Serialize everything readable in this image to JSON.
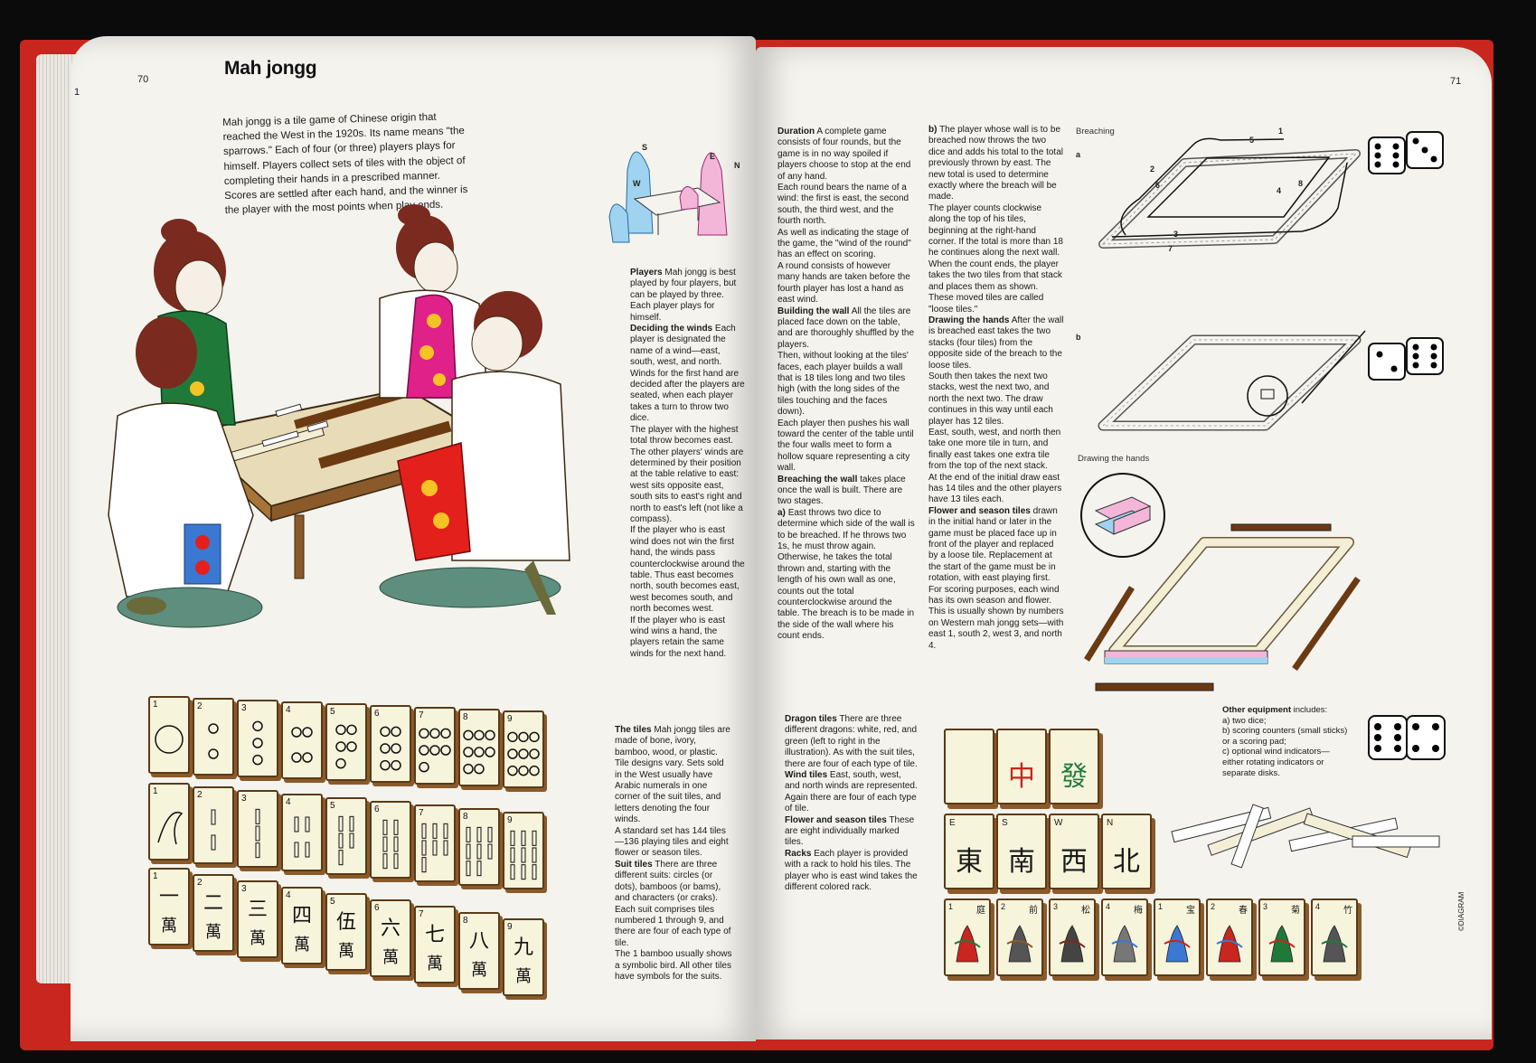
{
  "book": {
    "left_page_number": "70",
    "right_page_number": "71",
    "edge_number": "1",
    "title": "Mah jongg",
    "copyright": "©DIAGRAM"
  },
  "intro": "Mah jongg is a tile game of Chinese origin that reached the West in the 1920s. Its name means \"the sparrows.\" Each of four (or three) players plays for himself. Players collect sets of tiles with the object of completing their hands in a prescribed manner. Scores are settled after each hand, and the winner is the player with the most points when play ends.",
  "wind_diagram": {
    "s": "S",
    "e": "E",
    "w": "W",
    "n": "N"
  },
  "players": {
    "h1": "Players",
    "t1": "Mah jongg is best played by four players, but can be played by three. Each player plays for himself.",
    "h2": "Deciding the winds",
    "t2": "Each player is designated the name of a wind—east, south, west, and north.",
    "t3": "Winds for the first hand are decided after the players are seated, when each player takes a turn to throw two dice.",
    "t4": "The player with the highest total throw becomes east. The other players' winds are determined by their position at the table relative to east: west sits opposite east, south sits to east's right and north to east's left (not like a compass).",
    "t5": "If the player who is east wind does not win the first hand, the winds pass counterclockwise around the table. Thus east becomes north, south becomes east, west becomes south, and north becomes west.",
    "t6": "If the player who is east wind wins a hand, the players retain the same winds for the next hand."
  },
  "col2": {
    "h1": "Duration",
    "t1": "A complete game consists of four rounds, but the game is in no way spoiled if players choose to stop at the end of any hand.",
    "t2": "Each round bears the name of a wind: the first is east, the second south, the third west, and the fourth north.",
    "t3": "As well as indicating the stage of the game, the \"wind of the round\" has an effect on scoring.",
    "t4": "A round consists of however many hands are taken before the fourth player has lost a hand as east wind.",
    "h2": "Building the wall",
    "t5": "All the tiles are placed face down on the table, and are thoroughly shuffled by the players.",
    "t6": "Then, without looking at the tiles' faces, each player builds a wall that is 18 tiles long and two tiles high (with the long sides of the tiles touching and the faces down).",
    "t7": "Each player then pushes his wall toward the center of the table until the four walls meet to form a hollow square representing a city wall.",
    "h3": "Breaching the wall",
    "t8": "takes place once the wall is built. There are two stages.",
    "a_label": "a)",
    "t9": "East throws two dice to determine which side of the wall is to be breached. If he throws two 1s, he must throw again. Otherwise, he takes the total thrown and, starting with the length of his own wall as one, counts out the total counterclockwise around the table. The breach is to be made in the side of the wall where his count ends."
  },
  "col3": {
    "b_label": "b)",
    "t1": "The player whose wall is to be breached now throws the two dice and adds his total to the total previously thrown by east. The new total is used to determine exactly where the breach will be made.",
    "t2": "The player counts clockwise along the top of his tiles, beginning at the right-hand corner. If the total is more than 18 he continues along the next wall.",
    "t3": "When the count ends, the player takes the two tiles from that stack and places them as shown. These moved tiles are called \"loose tiles.\"",
    "h1": "Drawing the hands",
    "t4": "After the wall is breached east takes the two stacks (four tiles) from the opposite side of the breach to the loose tiles.",
    "t5": "South then takes the next two stacks, west the next two, and north the next two. The draw continues in this way until each player has 12 tiles.",
    "t6": "East, south, west, and north then take one more tile in turn, and finally east takes one extra tile from the top of the next stack.",
    "t7": "At the end of the initial draw east has 14 tiles and the other players have 13 tiles each.",
    "h2": "Flower and season tiles",
    "t8": "drawn in the initial hand or later in the game must be placed face up in front of the player and replaced by a loose tile. Replacement at the start of the game must be in rotation, with east playing first.",
    "t9": "For scoring purposes, each wind has its own season and flower. This is usually shown by numbers on Western mah jongg sets—with east 1, south 2, west 3, and north 4."
  },
  "diagram_captions": {
    "breaching": "Breaching",
    "a": "a",
    "b": "b",
    "drawing": "Drawing the hands",
    "path_numbers": [
      "1",
      "2",
      "3",
      "4",
      "5",
      "6",
      "7",
      "8"
    ]
  },
  "tiles_text": {
    "h1": "The tiles",
    "t1": "Mah jongg tiles are made of bone, ivory, bamboo, wood, or plastic.",
    "t2": "Tile designs vary. Sets sold in the West usually have Arabic numerals in one corner of the suit tiles, and letters denoting the four winds.",
    "t3": "A standard set has 144 tiles—136 playing tiles and eight flower or season tiles.",
    "h2": "Suit tiles",
    "t4": "There are three different suits: circles (or dots), bamboos (or bams), and characters (or craks). Each suit comprises tiles numbered 1 through 9, and there are four of each type of tile.",
    "t5": "The 1 bamboo usually shows a symbolic bird. All other tiles have symbols for the suits."
  },
  "dragon_text": {
    "h1": "Dragon tiles",
    "t1": "There are three different dragons: white, red, and green (left to right in the illustration). As with the suit tiles, there are four of each type of tile.",
    "h2": "Wind tiles",
    "t2": "East, south, west, and north winds are represented. Again there are four of each type of tile.",
    "h3": "Flower and season tiles",
    "t3": "These are eight individually marked tiles.",
    "h4": "Racks",
    "t4": "Each player is provided with a rack to hold his tiles. The player who is east wind takes the different colored rack."
  },
  "other_equipment": {
    "h1": "Other equipment",
    "t0": "includes:",
    "a": "a) two dice;",
    "b": "b) scoring counters (small sticks) or a scoring pad;",
    "c": "c) optional wind indicators—either rotating indicators or separate disks."
  },
  "tile_numbers": [
    "1",
    "2",
    "3",
    "4",
    "5",
    "6",
    "7",
    "8",
    "9"
  ],
  "character_glyphs": [
    "一",
    "二",
    "三",
    "四",
    "伍",
    "六",
    "七",
    "八",
    "九"
  ],
  "wan_glyph": "萬",
  "dragon_glyphs": [
    "",
    "中",
    "發"
  ],
  "wind_tiles": [
    {
      "letter": "E",
      "glyph": "東"
    },
    {
      "letter": "S",
      "glyph": "南"
    },
    {
      "letter": "W",
      "glyph": "西"
    },
    {
      "letter": "N",
      "glyph": "北"
    }
  ],
  "flower_tiles": [
    {
      "n": "1",
      "g": "庭"
    },
    {
      "n": "2",
      "g": "前"
    },
    {
      "n": "3",
      "g": "松"
    },
    {
      "n": "4",
      "g": "梅"
    },
    {
      "n": "1",
      "g": "宝"
    },
    {
      "n": "2",
      "g": "春"
    },
    {
      "n": "3",
      "g": "菊"
    },
    {
      "n": "4",
      "g": "竹"
    }
  ],
  "colors": {
    "cover": "#c8261e",
    "paper": "#f4f3ee",
    "tile_face": "#f7f4dc",
    "tile_back": "#8b5a2b",
    "robe_magenta": "#e0218a",
    "robe_red": "#e3201b",
    "robe_green": "#1f7a3a",
    "hair": "#7a2a1e",
    "wind_blue": "#9fd3f0",
    "wind_pink": "#f3b6d8"
  }
}
